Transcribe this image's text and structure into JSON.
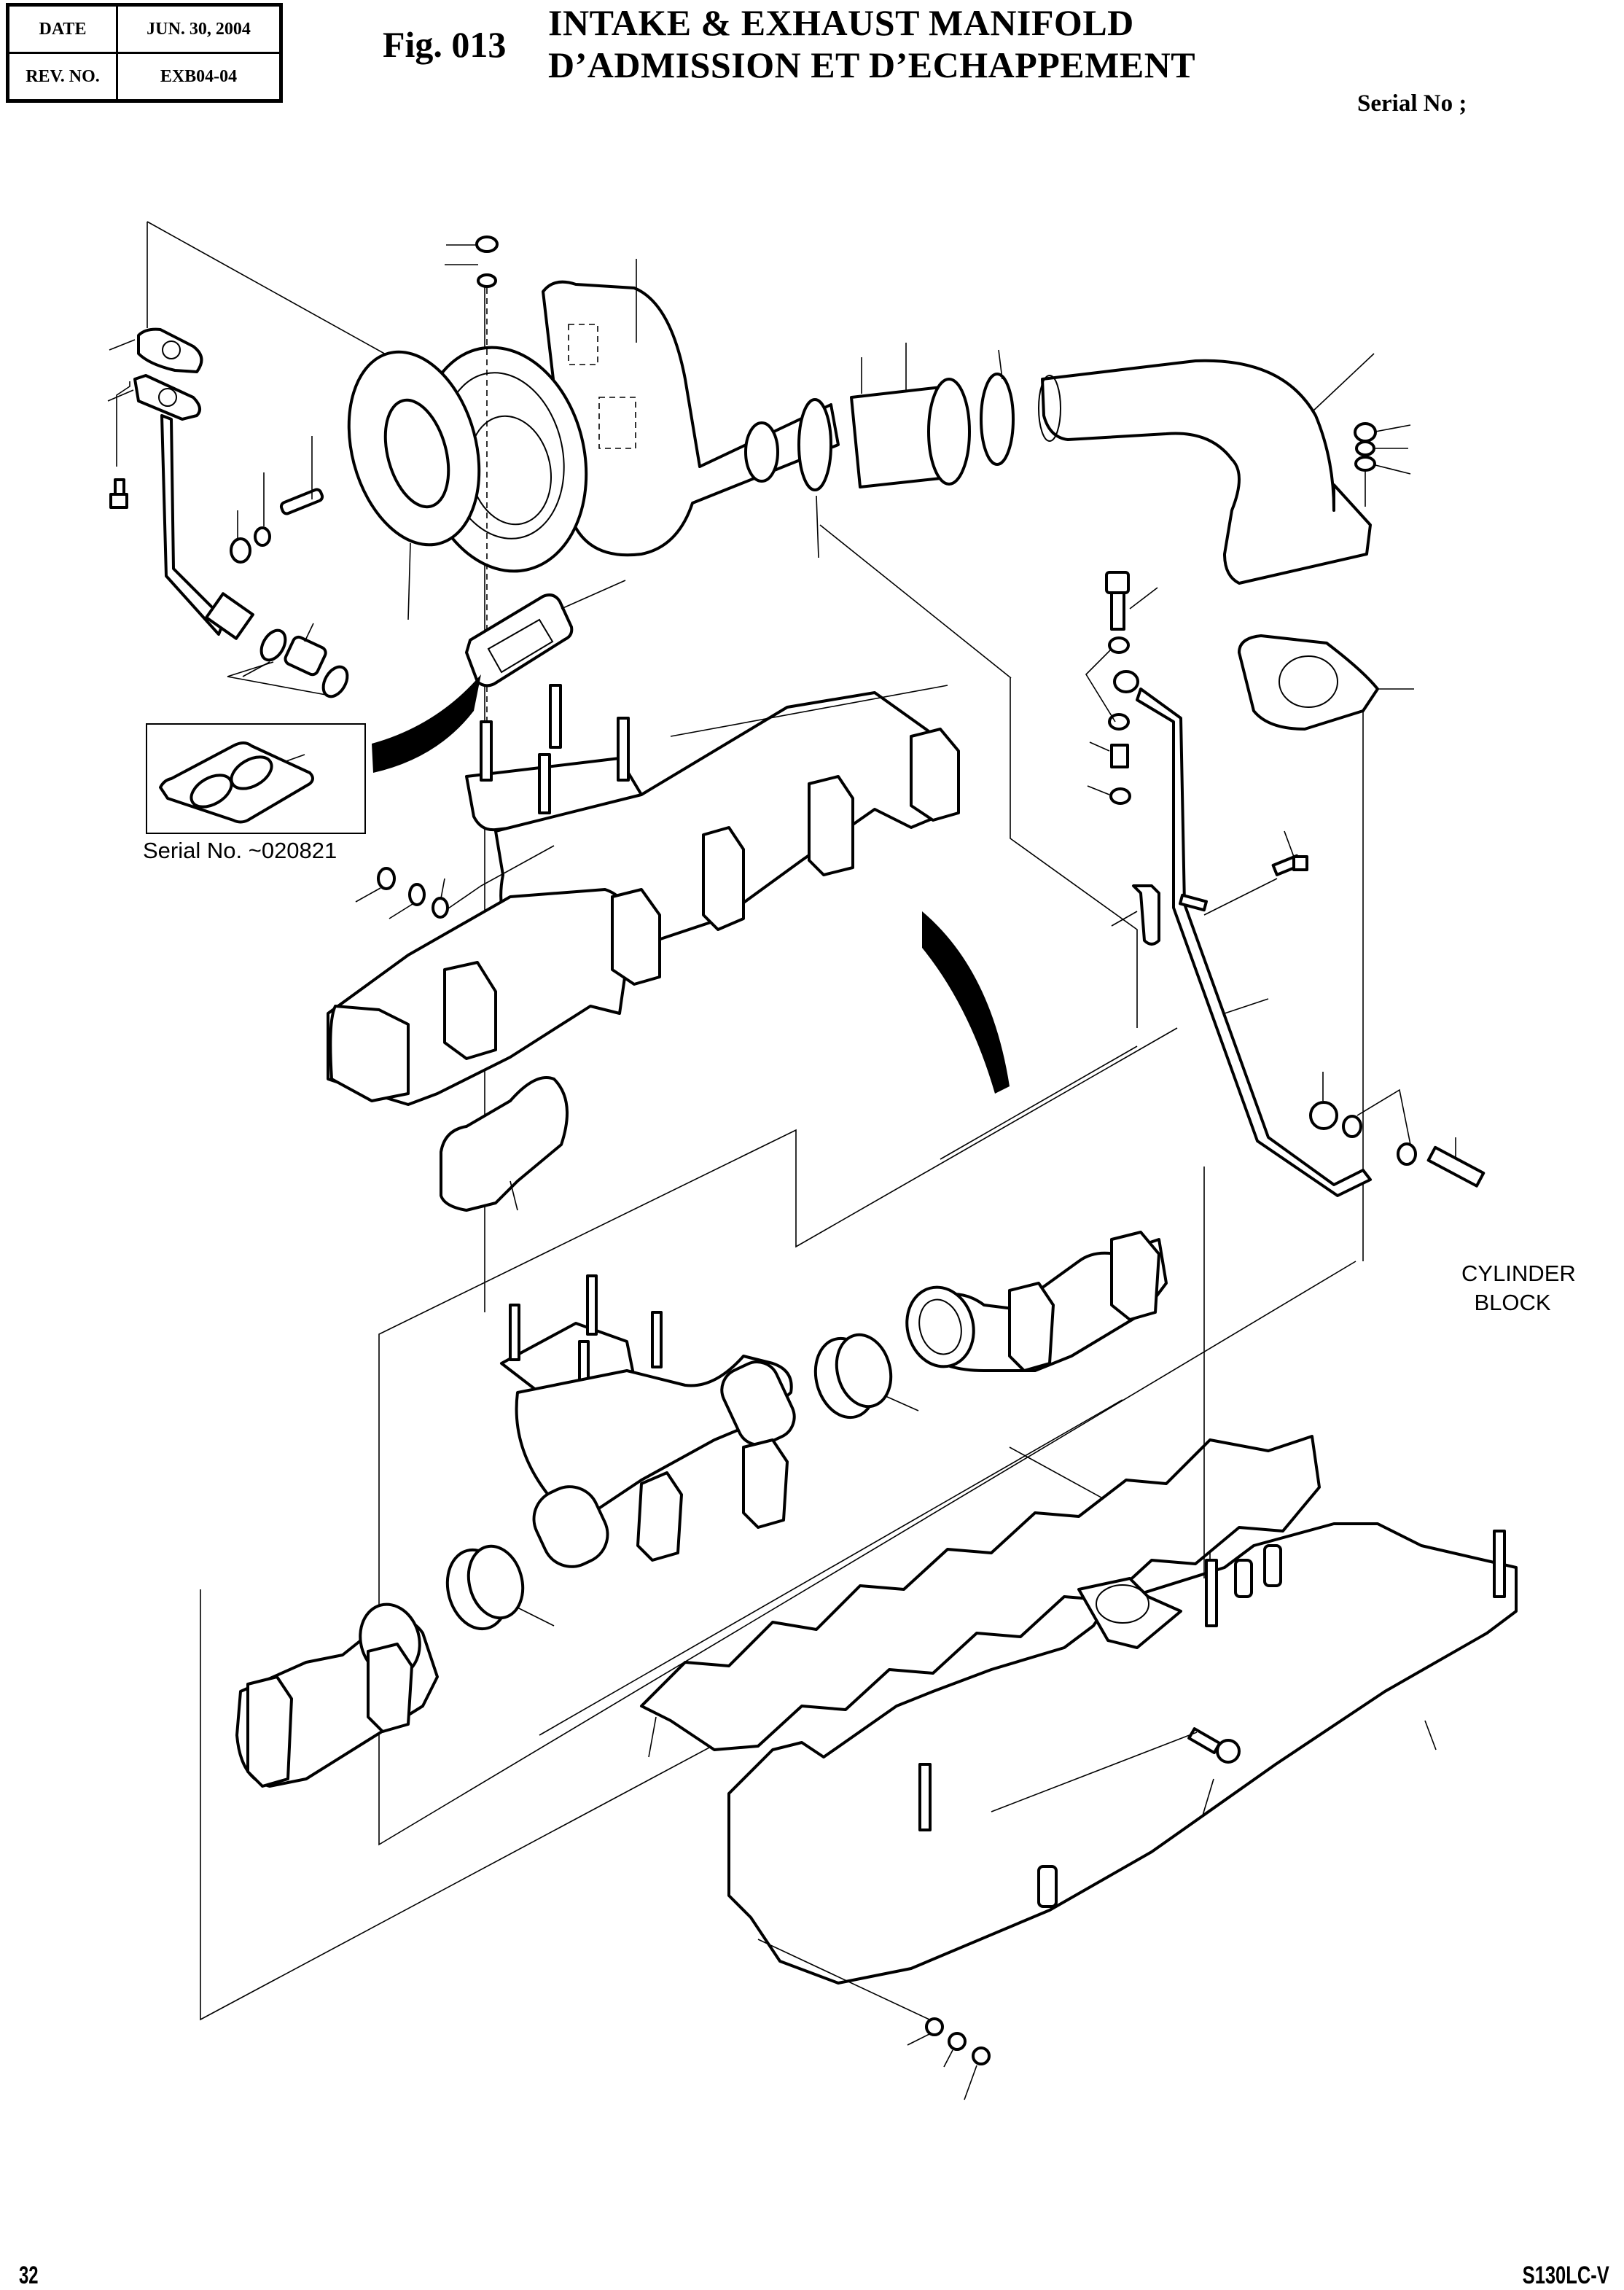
{
  "header": {
    "date_label": "DATE",
    "date_value": "JUN. 30, 2004",
    "rev_label": "REV. NO.",
    "rev_value": "EXB04-04"
  },
  "figure": {
    "number": "Fig. 013",
    "title_en": "INTAKE & EXHAUST MANIFOLD",
    "title_fr": "D’ADMISSION ET D’ECHAPPEMENT",
    "serial_label": "Serial No ;"
  },
  "diagram": {
    "inset_caption": "Serial No. ~020821",
    "cylinder_block_label_line1": "CYLINDER",
    "cylinder_block_label_line2": "BLOCK",
    "parts": [
      "turbocharger",
      "oil-pipe",
      "oil-pipe-gasket",
      "turbo-flange-gasket",
      "stud",
      "nut",
      "washer",
      "hose-clamp",
      "rubber-hose",
      "elbow-pipe",
      "exhaust-elbow-gasket",
      "banjo-bolt",
      "sealing-washer",
      "connector",
      "bracket",
      "oil-return-tube",
      "exhaust-manifold-front",
      "exhaust-manifold-rear",
      "manifold-gasket",
      "seal-ring",
      "sleeve",
      "intake-manifold",
      "intake-manifold-gasket",
      "flange-bolt"
    ]
  },
  "footer": {
    "page_number": "32",
    "model": "S130LC-V"
  }
}
